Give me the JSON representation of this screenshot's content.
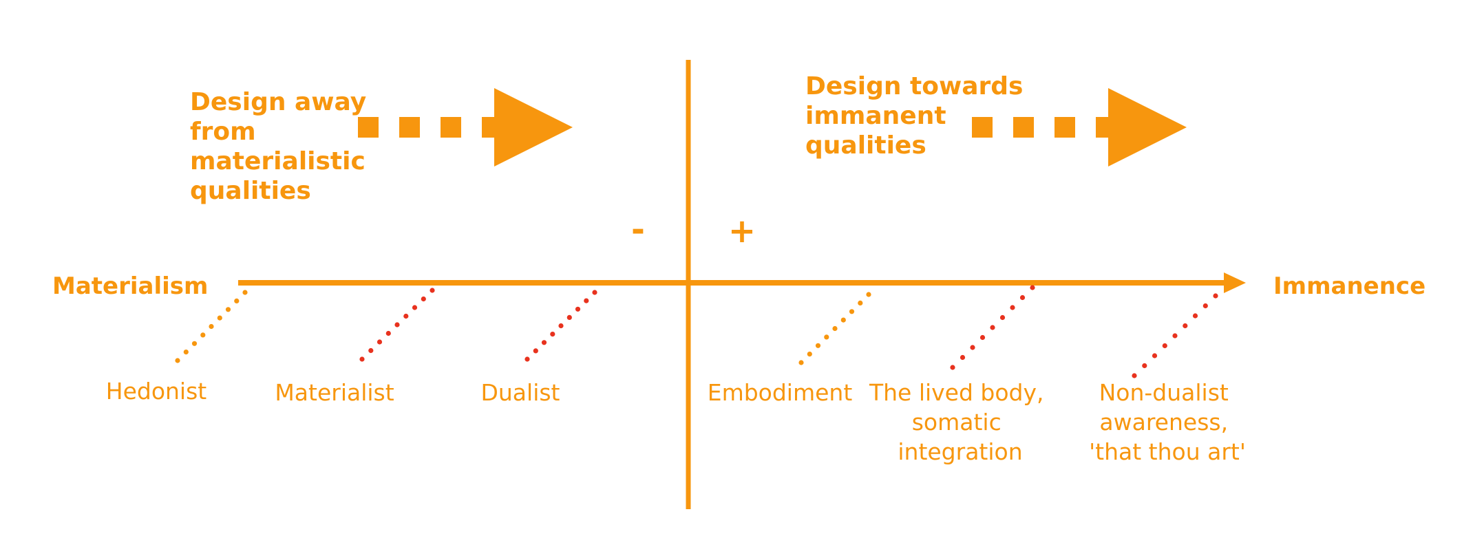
{
  "colors": {
    "primary": "#f7960e",
    "secondary": "#e8321e",
    "background": "#ffffff"
  },
  "left_heading": {
    "lines": [
      "Design away",
      "from",
      "materialistic",
      "qualities"
    ]
  },
  "right_heading": {
    "lines": [
      "Design towards",
      "immanent",
      "qualities"
    ]
  },
  "signs": {
    "negative": "-",
    "positive": "+"
  },
  "axis": {
    "left_label": "Materialism",
    "right_label": "Immanence"
  },
  "stages": [
    {
      "lines": [
        "Hedonist"
      ],
      "dot_color": "primary"
    },
    {
      "lines": [
        "Materialist"
      ],
      "dot_color": "secondary"
    },
    {
      "lines": [
        "Dualist"
      ],
      "dot_color": "secondary"
    },
    {
      "lines": [
        "Embodiment"
      ],
      "dot_color": "primary"
    },
    {
      "lines": [
        "The lived body,",
        "somatic",
        "integration"
      ],
      "dot_color": "secondary"
    },
    {
      "lines": [
        "Non-dualist",
        "awareness,",
        "'that thou art'"
      ],
      "dot_color": "secondary"
    }
  ]
}
